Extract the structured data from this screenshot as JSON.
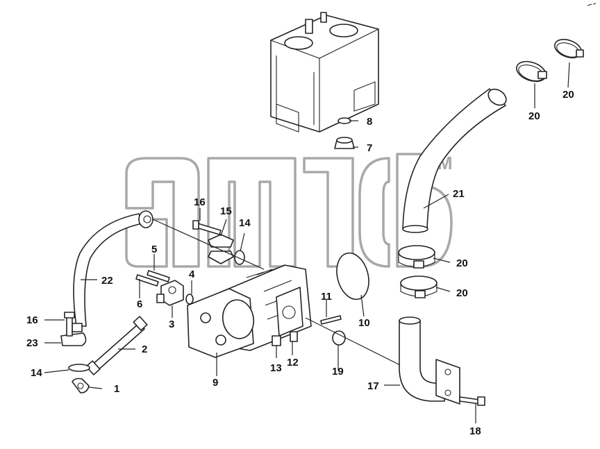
{
  "diagram": {
    "watermark": {
      "text": "атсb",
      "tm": "TM"
    },
    "callouts": [
      {
        "id": "c1",
        "text": "1"
      },
      {
        "id": "c2",
        "text": "2"
      },
      {
        "id": "c3",
        "text": "3"
      },
      {
        "id": "c4",
        "text": "4"
      },
      {
        "id": "c5",
        "text": "5"
      },
      {
        "id": "c6",
        "text": "6"
      },
      {
        "id": "c7",
        "text": "7"
      },
      {
        "id": "c8",
        "text": "8"
      },
      {
        "id": "c9",
        "text": "9"
      },
      {
        "id": "c10",
        "text": "10"
      },
      {
        "id": "c11",
        "text": "11"
      },
      {
        "id": "c12",
        "text": "12"
      },
      {
        "id": "c13",
        "text": "13"
      },
      {
        "id": "c14a",
        "text": "14"
      },
      {
        "id": "c14b",
        "text": "14"
      },
      {
        "id": "c15",
        "text": "15"
      },
      {
        "id": "c16a",
        "text": "16"
      },
      {
        "id": "c16b",
        "text": "16"
      },
      {
        "id": "c17",
        "text": "17"
      },
      {
        "id": "c18",
        "text": "18"
      },
      {
        "id": "c19",
        "text": "19"
      },
      {
        "id": "c20a",
        "text": "20"
      },
      {
        "id": "c20b",
        "text": "20"
      },
      {
        "id": "c20c",
        "text": "20"
      },
      {
        "id": "c20d",
        "text": "20"
      },
      {
        "id": "c21",
        "text": "21"
      },
      {
        "id": "c22",
        "text": "22"
      },
      {
        "id": "c23",
        "text": "23"
      }
    ]
  }
}
